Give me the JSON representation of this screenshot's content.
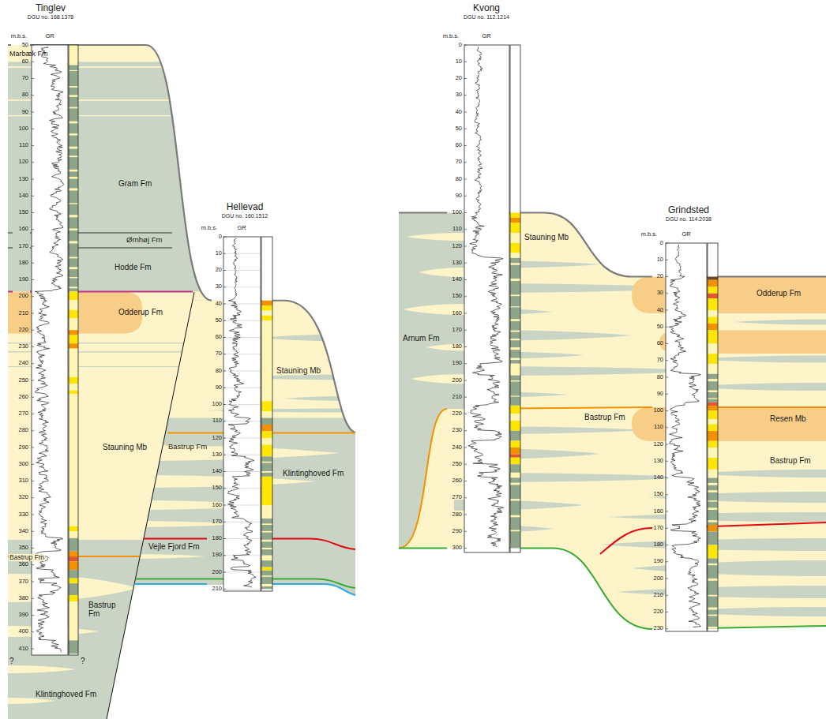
{
  "diagram": {
    "nodes": [
      {
        "text": [
          "Tinglev",
          "DGU no. 168.1378"
        ]
      },
      {
        "text": [
          "Hellevad",
          "DGU no. 160.1512"
        ]
      },
      {
        "text": [
          "Kvong",
          "DGU no. 112.1214"
        ]
      },
      {
        "text": [
          "Grindsted",
          "DGU no. 114.2038"
        ]
      }
    ],
    "labels": [
      "m.b.s.",
      "GR",
      "50",
      "60",
      "70",
      "80",
      "90",
      "100",
      "110",
      "120",
      "130",
      "140",
      "150",
      "160",
      "170",
      "180",
      "190",
      "200",
      "210",
      "220",
      "230",
      "240",
      "250",
      "260",
      "270",
      "280",
      "290",
      "300",
      "310",
      "320",
      "330",
      "340",
      "350",
      "360",
      "370",
      "380",
      "390",
      "400",
      "410",
      "m.b.s.",
      "GR",
      "0",
      "10",
      "20",
      "30",
      "40",
      "50",
      "60",
      "70",
      "80",
      "90",
      "100",
      "110",
      "120",
      "130",
      "140",
      "150",
      "160",
      "170",
      "180",
      "190",
      "200",
      "210",
      "m.b.s.",
      "GR",
      "0",
      "10",
      "20",
      "30",
      "40",
      "50",
      "60",
      "70",
      "80",
      "90",
      "100",
      "110",
      "120",
      "130",
      "140",
      "150",
      "160",
      "170",
      "180",
      "190",
      "200",
      "210",
      "220",
      "230",
      "240",
      "250",
      "260",
      "270",
      "280",
      "290",
      "300",
      "m.b.s.",
      "GR",
      "0",
      "10",
      "20",
      "30",
      "40",
      "50",
      "60",
      "70",
      "80",
      "90",
      "100",
      "110",
      "120",
      "130",
      "140",
      "150",
      "160",
      "170",
      "180",
      "190",
      "200",
      "210",
      "220",
      "230",
      "Marbæk Fm",
      "Gram Fm",
      "Ørnhøj Fm",
      "Hodde Fm",
      "Odderup Fm",
      "Stauning Mb",
      "Bastrup Fm",
      "Bastrup Fm",
      "Klintinghoved Fm",
      "?",
      "?",
      "Stauning Mb",
      "Bastrup Fm",
      "Klintinghoved Fm",
      "Vejle Fjord Fm",
      "Stauning Mb",
      "Arnum Fm",
      "Bastrup Fm",
      "Odderup Fm",
      "Resen Mb",
      "Bastrup Fm"
    ]
  }
}
